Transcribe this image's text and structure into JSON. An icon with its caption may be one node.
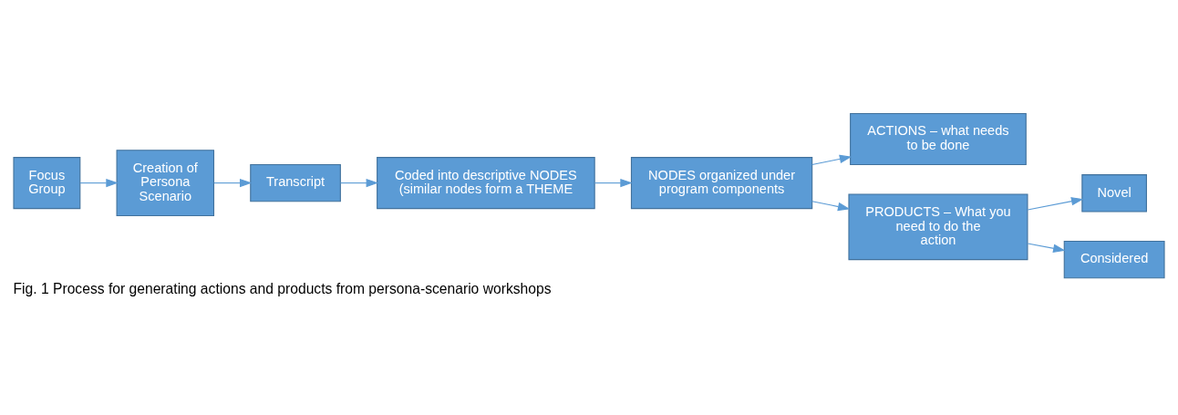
{
  "diagram": {
    "caption": "Fig. 1 Process for generating actions and products from persona-scenario workshops",
    "nodes": [
      {
        "text": [
          "Focus Group"
        ]
      },
      {
        "text": [
          "Creation of Persona Scenario"
        ]
      },
      {
        "text": [
          "Transcript"
        ]
      },
      {
        "text": [
          "Coded into descriptive NODES (similar nodes form a THEME"
        ]
      },
      {
        "text": [
          "NODES organized under program components"
        ]
      },
      {
        "text": [
          "ACTIONS – what needs to be done"
        ]
      },
      {
        "text": [
          "PRODUCTS – What you need to do the action"
        ]
      },
      {
        "text": [
          "Novel"
        ]
      },
      {
        "text": [
          "Considered"
        ]
      }
    ],
    "edges": [
      {
        "from": 0,
        "to": 1,
        "arrow": "to"
      },
      {
        "from": 1,
        "to": 2,
        "arrow": "to"
      },
      {
        "from": 2,
        "to": 3,
        "arrow": "to"
      },
      {
        "from": 3,
        "to": 4,
        "arrow": "to"
      },
      {
        "from": 4,
        "to": 5,
        "arrow": "to"
      },
      {
        "from": 4,
        "to": 6,
        "arrow": "to"
      },
      {
        "from": 6,
        "to": 7,
        "arrow": "to"
      },
      {
        "from": 6,
        "to": 8,
        "arrow": "to"
      }
    ]
  }
}
